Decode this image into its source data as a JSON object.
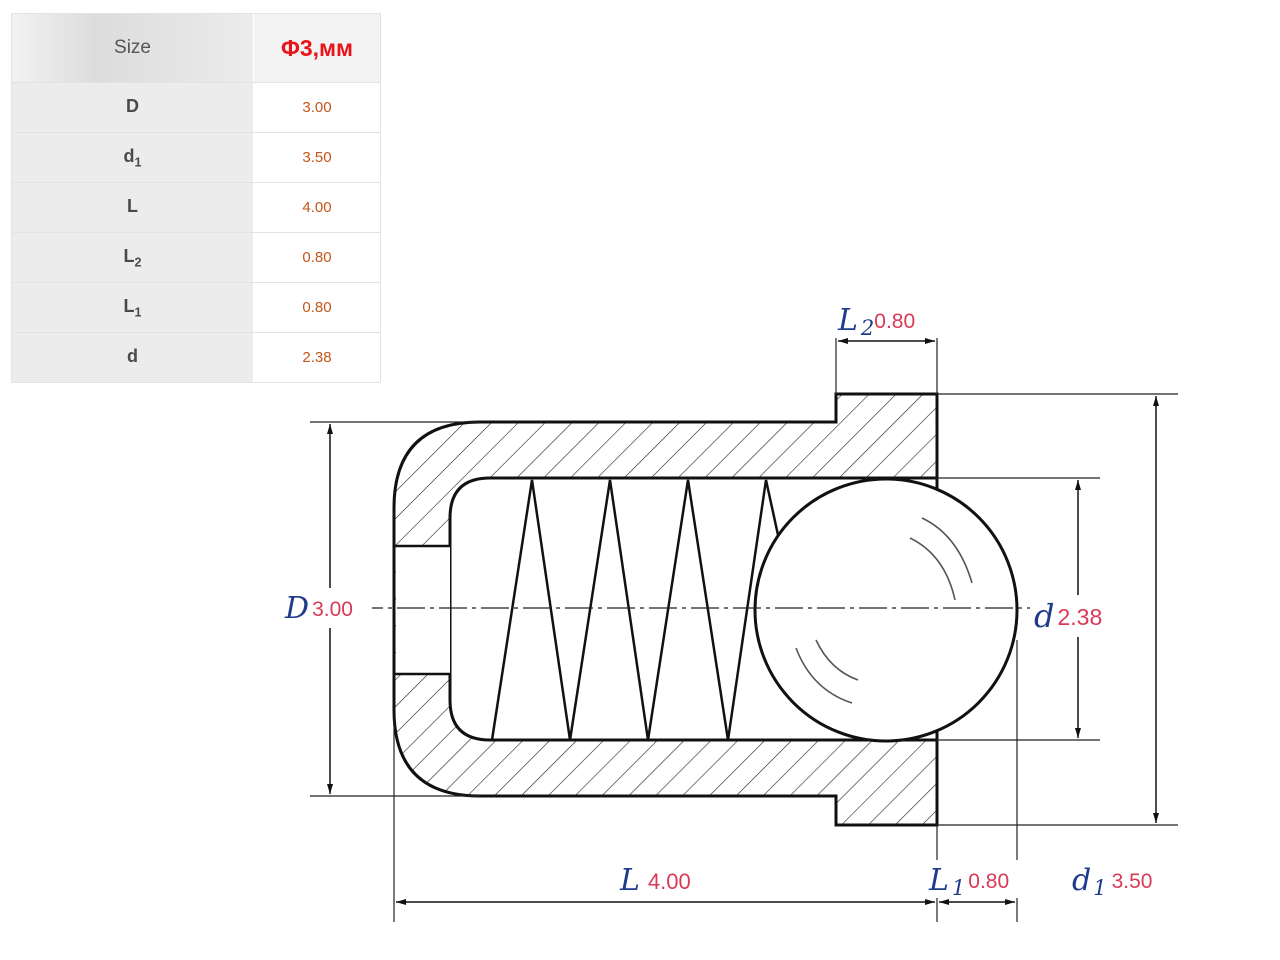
{
  "table": {
    "header": {
      "param": "Size",
      "value": "Φ3,мм"
    },
    "rows": [
      {
        "name": "D",
        "sub": "",
        "value": "3.00"
      },
      {
        "name": "d",
        "sub": "1",
        "value": "3.50"
      },
      {
        "name": "L",
        "sub": "",
        "value": "4.00"
      },
      {
        "name": "L",
        "sub": "2",
        "value": "0.80"
      },
      {
        "name": "L",
        "sub": "1",
        "value": "0.80"
      },
      {
        "name": "d",
        "sub": "",
        "value": "2.38"
      }
    ]
  },
  "drawing": {
    "labels": {
      "L2": {
        "letter": "L",
        "sub": "2",
        "value": "0.80"
      },
      "D": {
        "letter": "D",
        "sub": "",
        "value": "3.00"
      },
      "d": {
        "letter": "d",
        "sub": "",
        "value": "2.38"
      },
      "L": {
        "letter": "L",
        "sub": "",
        "value": "4.00"
      },
      "L1": {
        "letter": "L",
        "sub": "1",
        "value": "0.80"
      },
      "d1": {
        "letter": "d",
        "sub": "1",
        "value": "3.50"
      }
    }
  },
  "colors": {
    "dimension_letter": "#1e3c8a",
    "dimension_value": "#d83a56",
    "table_value": "#c4551a",
    "table_header_value": "#e8141c"
  }
}
